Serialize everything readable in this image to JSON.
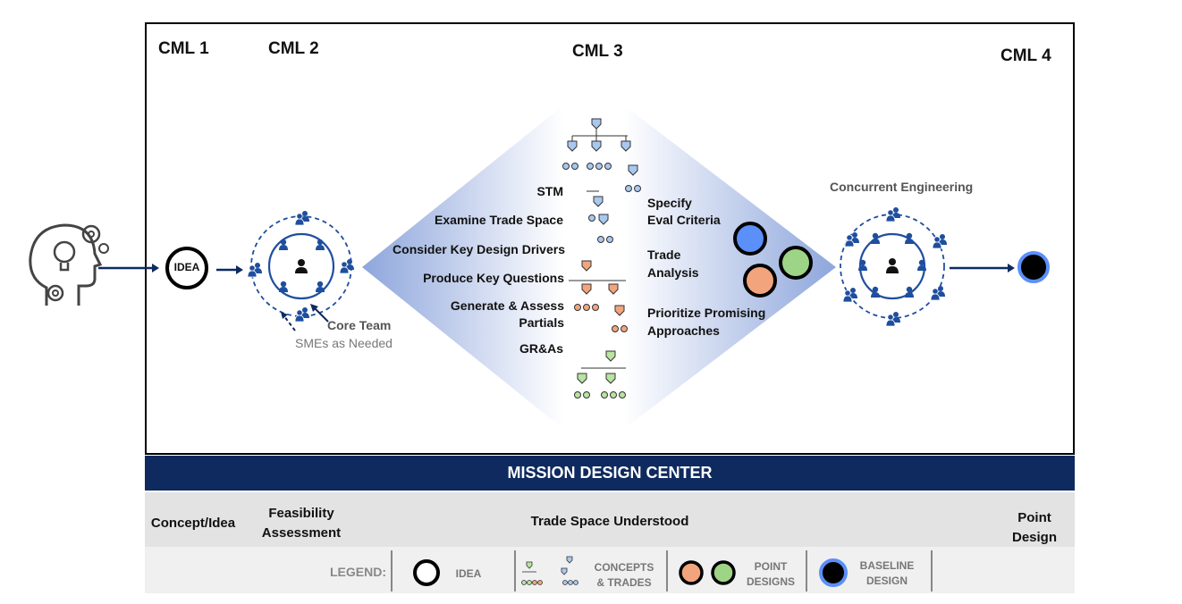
{
  "cml_labels": [
    "CML 1",
    "CML 2",
    "CML 3",
    "CML 4"
  ],
  "idea_label": "IDEA",
  "core_team": "Core Team",
  "smes": "SMEs as Needed",
  "left_steps": [
    "STM",
    "Examine Trade Space",
    "Consider Key Design Drivers",
    "Produce Key Questions",
    "Generate & Assess",
    "Partials",
    "GR&As"
  ],
  "right_steps": [
    "Specify",
    "Eval Criteria",
    "Trade",
    "Analysis",
    "Prioritize Promising",
    "Approaches"
  ],
  "concurrent": "Concurrent Engineering",
  "banner": "MISSION DESIGN CENTER",
  "phases": [
    "Concept/Idea",
    "Feasibility",
    "Assessment",
    "Trade Space Understood",
    "Point",
    "Design"
  ],
  "legend": {
    "title": "LEGEND:",
    "idea": "IDEA",
    "concepts": [
      "CONCEPTS",
      "& TRADES"
    ],
    "points": [
      "POINT",
      "DESIGNS"
    ],
    "baseline": [
      "BASELINE",
      "DESIGN"
    ]
  },
  "colors": {
    "navy": "#0e2a5e",
    "blue_point": "#5b8ff9",
    "green_point": "#9ed486",
    "orange_point": "#f2a57d",
    "baseline_ring": "#5b8ff9"
  }
}
